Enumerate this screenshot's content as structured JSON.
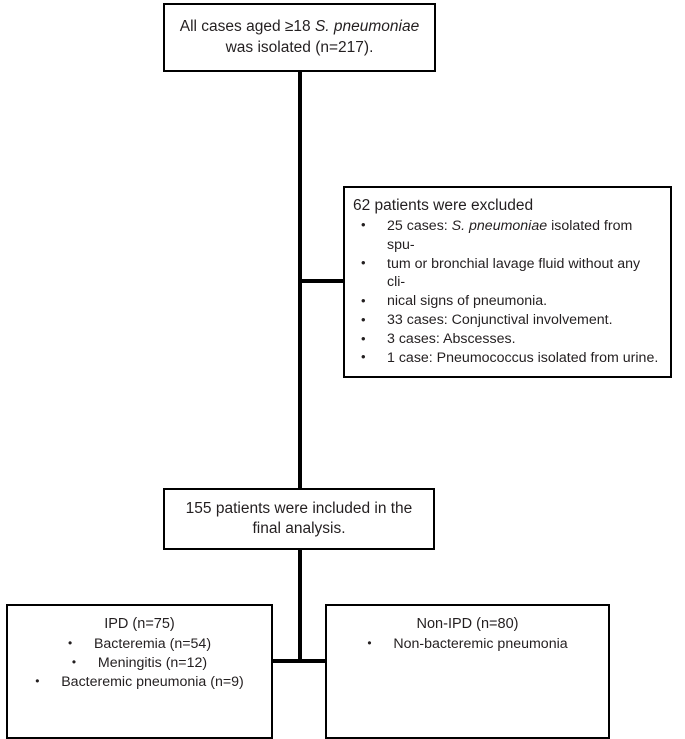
{
  "diagram": {
    "type": "flowchart",
    "title": "Patient selection flow diagram",
    "nodes": {
      "source": {
        "line1_a": "All cases aged ≥18 ",
        "line1_species": "S. pneumoniae",
        "line2": "was isolated (n=217)."
      },
      "excluded": {
        "heading": "62 patients were excluded",
        "items": [
          {
            "pre": "25 cases: ",
            "species": "S. pneumoniae",
            "post": " isolated from spu-"
          },
          {
            "text": "tum or bronchial lavage fluid without any cli-"
          },
          {
            "text": "nical signs of pneumonia."
          },
          {
            "text": "33 cases: Conjunctival involvement."
          },
          {
            "text": "3 cases: Abscesses."
          },
          {
            "text": "1 case: Pneumococcus isolated from urine."
          }
        ]
      },
      "included": {
        "line1": "155 patients were included in the",
        "line2": "final analysis."
      },
      "ipd": {
        "title": "IPD (n=75)",
        "items": [
          "Bacteremia (n=54)",
          "Meningitis (n=12)",
          "Bacteremic pneumonia (n=9)"
        ]
      },
      "nonipd": {
        "title": "Non-IPD (n=80)",
        "items": [
          "Non-bacteremic pneumonia"
        ]
      }
    },
    "counts": {
      "total_isolated": 217,
      "excluded_total": 62,
      "excluded_sputum_or_lavage": 25,
      "excluded_conjunctival": 33,
      "excluded_abscesses": 3,
      "excluded_urine": 1,
      "included_final": 155,
      "ipd_total": 75,
      "ipd_bacteremia": 54,
      "ipd_meningitis": 12,
      "ipd_bacteremic_pneumonia": 9,
      "nonipd_total": 80
    },
    "colors": {
      "border": "#000000",
      "text": "#231f20",
      "background": "#ffffff"
    },
    "bullet_glyph": "•"
  }
}
